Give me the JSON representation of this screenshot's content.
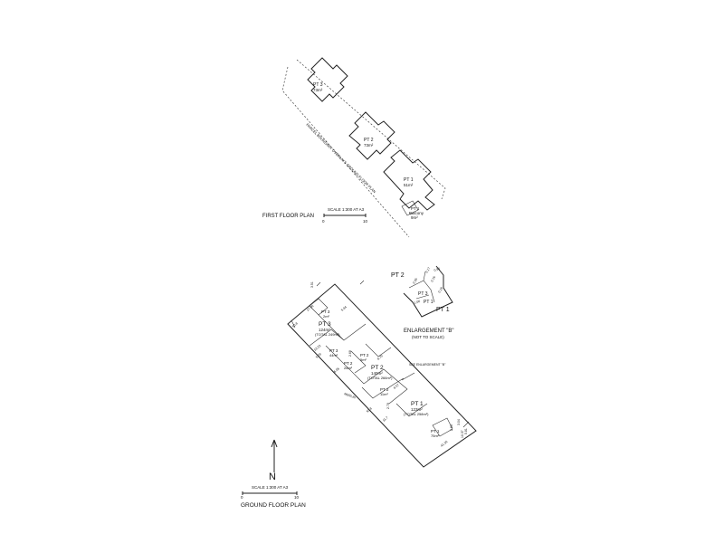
{
  "first_floor": {
    "title": "FIRST FLOOR PLAN",
    "scale_label": "SCALE 1:300 AT A3",
    "scale_start": "0",
    "scale_end": "10",
    "boundary_note": "PARCEL BOUNDARY OVERLAYS GROUND FLOOR PLAN",
    "units": [
      {
        "name": "PT 3",
        "area": "73m²"
      },
      {
        "name": "PT 2",
        "area": "73m²"
      },
      {
        "name": "PT 1",
        "area": "51m²"
      },
      {
        "name": "PT 1",
        "sub": "Balcony",
        "area": "9m²"
      }
    ]
  },
  "ground_floor": {
    "title": "GROUND FLOOR PLAN",
    "scale_label": "SCALE 1:300 AT A3",
    "scale_start": "0",
    "scale_end": "10",
    "north_label": "N",
    "see_enlargement": "SEE ENLARGEMENT \"B\"",
    "units": [
      {
        "name": "PT 3",
        "area": "2m²"
      },
      {
        "name": "PT 3",
        "area": "124m²",
        "total": "(TOTAL 249m²)"
      },
      {
        "name": "PT 3",
        "area": "44m²"
      },
      {
        "name": "PT 2",
        "area": "28m²"
      },
      {
        "name": "PT 2",
        "area": "5m²"
      },
      {
        "name": "PT 2",
        "area": "140m²",
        "total": "(TOTAL 266m²)"
      },
      {
        "name": "PT 2",
        "area": "11m²"
      },
      {
        "name": "PT 1",
        "area": "123m²",
        "total": "(TOTAL 258m²)"
      },
      {
        "name": "PT 1",
        "area": "75m²"
      }
    ],
    "dimensions": [
      "3.51",
      "17.96",
      "50.8",
      "5.84",
      "13.22",
      "6.06",
      "2.68",
      "8.70",
      "8.57",
      "2.78",
      "11.7",
      "41.16",
      "3.04",
      "2.63",
      "10.37",
      "50.8",
      "5.09",
      "5.81",
      "MERLIN"
    ]
  },
  "enlargement": {
    "title": "ENLARGEMENT \"B\"",
    "note": "(NOT TO SCALE)",
    "labels": [
      "PT 2",
      "PT 3",
      "PT 1",
      "PT 1"
    ],
    "dimensions": [
      "0.35",
      "0.76",
      "0.17",
      "0.18",
      "1.06",
      "0.95"
    ]
  }
}
